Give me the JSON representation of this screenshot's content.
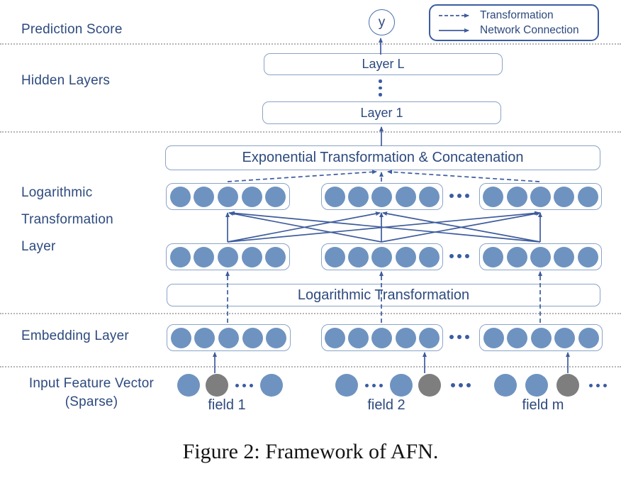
{
  "palette": {
    "circle_blue": "#6e93c0",
    "circle_gray": "#7e7e7e",
    "text_navy": "#2d4a7e",
    "line_blue": "#3e5c9c",
    "box_border": "#8ba3c7",
    "legend_border": "#3a5ca2",
    "separator_gray": "#b5b5b5"
  },
  "left_labels": {
    "prediction_score": "Prediction Score",
    "hidden_layers": "Hidden Layers",
    "log_line1": "Logarithmic",
    "log_line2": "Transformation",
    "log_line3": "Layer",
    "embedding_layer": "Embedding Layer",
    "input_line1": "Input Feature Vector",
    "input_line2": "(Sparse)"
  },
  "legend": {
    "items": [
      {
        "icon": "dashed-arrow-icon",
        "label": "Transformation"
      },
      {
        "icon": "solid-arrow-icon",
        "label": "Network Connection"
      }
    ]
  },
  "nodes": {
    "output_label": "y",
    "layer_top": "Layer L",
    "layer_bottom": "Layer 1",
    "exp_box": "Exponential Transformation & Concatenation",
    "log_box": "Logarithmic Transformation",
    "hidden_dots_icon": "vertical-ellipsis",
    "group_gap_icon": "horizontal-ellipsis"
  },
  "structure": {
    "groups_per_row": 3,
    "circles_per_group": 5,
    "rows": [
      "logarithmic-output",
      "logarithmic-input",
      "embedding"
    ]
  },
  "fields": [
    {
      "label": "field 1",
      "pattern": [
        "blue",
        "gray",
        "dots",
        "blue"
      ]
    },
    {
      "label": "field 2",
      "pattern": [
        "blue",
        "dots",
        "blue",
        "gray"
      ]
    },
    {
      "label": "field m",
      "pattern": [
        "blue",
        "blue",
        "gray",
        "dots"
      ]
    }
  ],
  "figure": {
    "caption": "Figure 2: Framework of AFN."
  }
}
